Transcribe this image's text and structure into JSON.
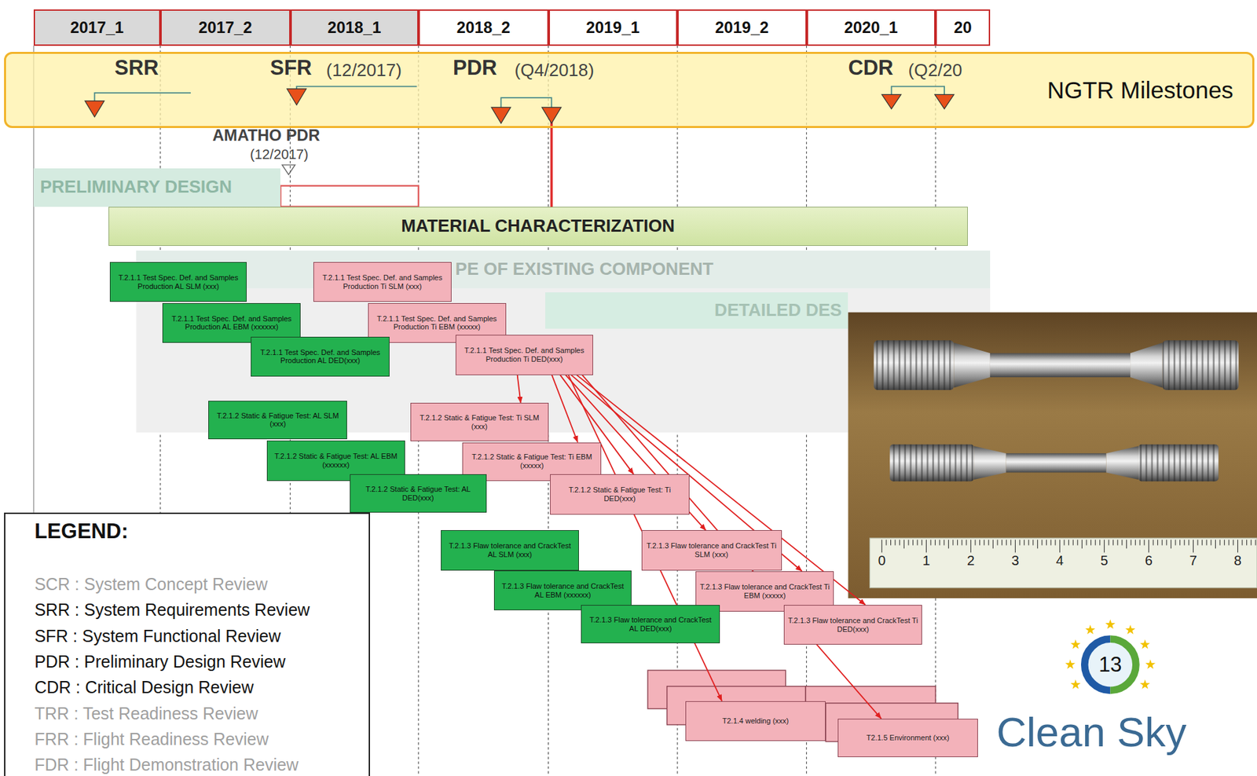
{
  "diagram": {
    "nodes": [
      {
        "text": [
          "NGTR Milestones"
        ]
      },
      {
        "text": [
          "PRELIMINARY DESIGN"
        ]
      },
      {
        "text": [
          "MATERIAL CHARACTERIZATION"
        ]
      },
      {
        "text": [
          "PE OF EXISTING COMPONENT"
        ]
      },
      {
        "text": [
          "DETAILED DES"
        ]
      },
      {
        "text": [
          "T.2.1.1 Test Spec. Def. and Samples Production AL SLM (xxx)"
        ]
      },
      {
        "text": [
          "T.2.1.1 Test Spec. Def. and Samples Production Ti SLM (xxx)"
        ]
      },
      {
        "text": [
          "T.2.1.1 Test Spec. Def. and Samples Production AL EBM (xxxxxx)"
        ]
      },
      {
        "text": [
          "T.2.1.1 Test Spec. Def. and Samples Production Ti EBM (xxxxx)"
        ]
      },
      {
        "text": [
          "T.2.1.1 Test Spec. Def. and Samples Production AL DED(xxx)"
        ]
      },
      {
        "text": [
          "T.2.1.1 Test Spec. Def. and Samples Production Ti DED(xxx)"
        ]
      },
      {
        "text": [
          "T.2.1.2 Static & Fatigue Test: AL SLM (xxx)"
        ]
      },
      {
        "text": [
          "T.2.1.2 Static & Fatigue Test: Ti SLM (xxx)"
        ]
      },
      {
        "text": [
          "T.2.1.2 Static & Fatigue Test: AL EBM (xxxxxx)"
        ]
      },
      {
        "text": [
          "T.2.1.2 Static & Fatigue Test: Ti EBM (xxxxx)"
        ]
      },
      {
        "text": [
          "T.2.1.2 Static & Fatigue Test: AL DED(xxx)"
        ]
      },
      {
        "text": [
          "T.2.1.2 Static & Fatigue Test: Ti DED(xxx)"
        ]
      },
      {
        "text": [
          "T.2.1.3 Flaw tolerance and CrackTest AL SLM (xxx)"
        ]
      },
      {
        "text": [
          "T.2.1.3 Flaw tolerance and CrackTest Ti SLM (xxx)"
        ]
      },
      {
        "text": [
          "T.2.1.3 Flaw tolerance and CrackTest AL EBM (xxxxxx)"
        ]
      },
      {
        "text": [
          "T.2.1.3 Flaw tolerance and CrackTest Ti EBM (xxxxx)"
        ]
      },
      {
        "text": [
          "T.2.1.3 Flaw tolerance and CrackTest AL DED(xxx)"
        ]
      },
      {
        "text": [
          "T.2.1.3 Flaw tolerance and CrackTest Ti DED(xxx)"
        ]
      },
      {
        "text": [
          "T2.1.4 welding (xxx)"
        ]
      },
      {
        "text": [
          "T2.1.5 Environment (xxx)"
        ]
      }
    ],
    "edges": [
      {
        "from": 10,
        "to": 12,
        "arrow": "to"
      },
      {
        "from": 10,
        "to": 14,
        "arrow": "to"
      },
      {
        "from": 10,
        "to": 16,
        "arrow": "to"
      },
      {
        "from": 10,
        "to": 18,
        "arrow": "to"
      },
      {
        "from": 10,
        "to": 20,
        "arrow": "to"
      },
      {
        "from": 10,
        "to": 22,
        "arrow": "to"
      },
      {
        "from": 10,
        "to": 23,
        "arrow": "to"
      },
      {
        "from": 10,
        "to": 24,
        "arrow": "to"
      }
    ],
    "labels": [
      "2017_1",
      "2017_2",
      "2018_1",
      "2018_2",
      "2019_1",
      "2019_2",
      "2020_1",
      "20",
      "SRR",
      "SFR",
      "(12/2017)",
      "PDR",
      "(Q4/2018)",
      "CDR",
      "(Q2/20",
      "AMATHO PDR",
      "(12/2017)",
      "LEGEND:",
      "0",
      "1",
      "2",
      "3",
      "4",
      "5",
      "6",
      "7",
      "8",
      "13",
      "Clean Sky"
    ],
    "legend": [
      {
        "text": "SCR : System Concept Review"
      },
      {
        "text": "SRR : System Requirements Review"
      },
      {
        "text": "SFR : System Functional Review"
      },
      {
        "text": "PDR : Preliminary Design Review"
      },
      {
        "text": "CDR : Critical Design Review"
      },
      {
        "text": "TRR : Test Readiness Review"
      },
      {
        "text": "FRR : Flight Readiness Review"
      },
      {
        "text": "FDR : Flight Demonstration Review"
      }
    ]
  }
}
